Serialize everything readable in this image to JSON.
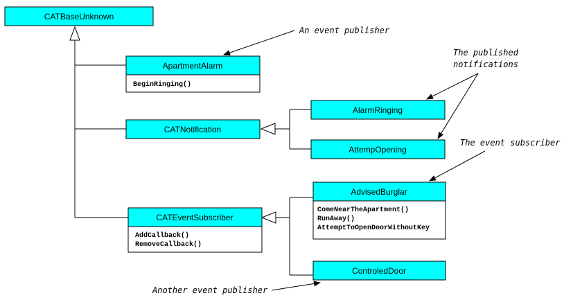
{
  "colors": {
    "class_header": "#00ffff",
    "line": "#000000",
    "background": "#ffffff"
  },
  "classes": {
    "base": {
      "name": "CATBaseUnknown"
    },
    "apartment_alarm": {
      "name": "ApartmentAlarm",
      "methods": [
        "BeginRinging()"
      ]
    },
    "notification": {
      "name": "CATNotification"
    },
    "event_subscriber": {
      "name": "CATEventSubscriber",
      "methods": [
        "AddCallback()",
        "RemoveCallback()"
      ]
    },
    "alarm_ringing": {
      "name": "AlarmRinging"
    },
    "attemp_opening": {
      "name": "AttempOpening"
    },
    "advised_burglar": {
      "name": "AdvisedBurglar",
      "methods": [
        "ComeNearTheApartment()",
        "RunAway()",
        "AttemptToOpenDoorWithoutKey"
      ]
    },
    "controled_door": {
      "name": "ControledDoor"
    }
  },
  "annotations": {
    "event_publisher": "An event publisher",
    "published_line1": "The published",
    "published_line2": "notifications",
    "event_subscriber": "The event subscriber",
    "another_publisher": "Another event publisher"
  }
}
